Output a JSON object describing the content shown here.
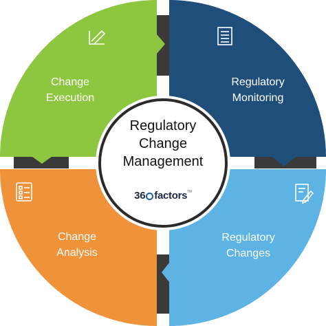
{
  "center": {
    "title_lines": [
      "Regulatory",
      "Change",
      "Management"
    ],
    "logo": {
      "prefix": "36",
      "suffix": "factors",
      "mark": "TM"
    }
  },
  "quadrants": [
    {
      "name": "change-execution",
      "lines": [
        "Change",
        "Execution"
      ],
      "icon": "pen-chart-icon",
      "color": "#8dc63f"
    },
    {
      "name": "regulatory-monitoring",
      "lines": [
        "Regulatory",
        "Monitoring"
      ],
      "icon": "document-list-icon",
      "color": "#1f4e7a"
    },
    {
      "name": "regulatory-changes",
      "lines": [
        "Regulatory",
        "Changes"
      ],
      "icon": "edit-document-icon",
      "color": "#5cb3e4"
    },
    {
      "name": "change-analysis",
      "lines": [
        "Change",
        "Analysis"
      ],
      "icon": "checklist-icon",
      "color": "#f0923a"
    }
  ],
  "colors": {
    "connector": "#3a3a3a",
    "center_ring": "#2b2b2b"
  }
}
